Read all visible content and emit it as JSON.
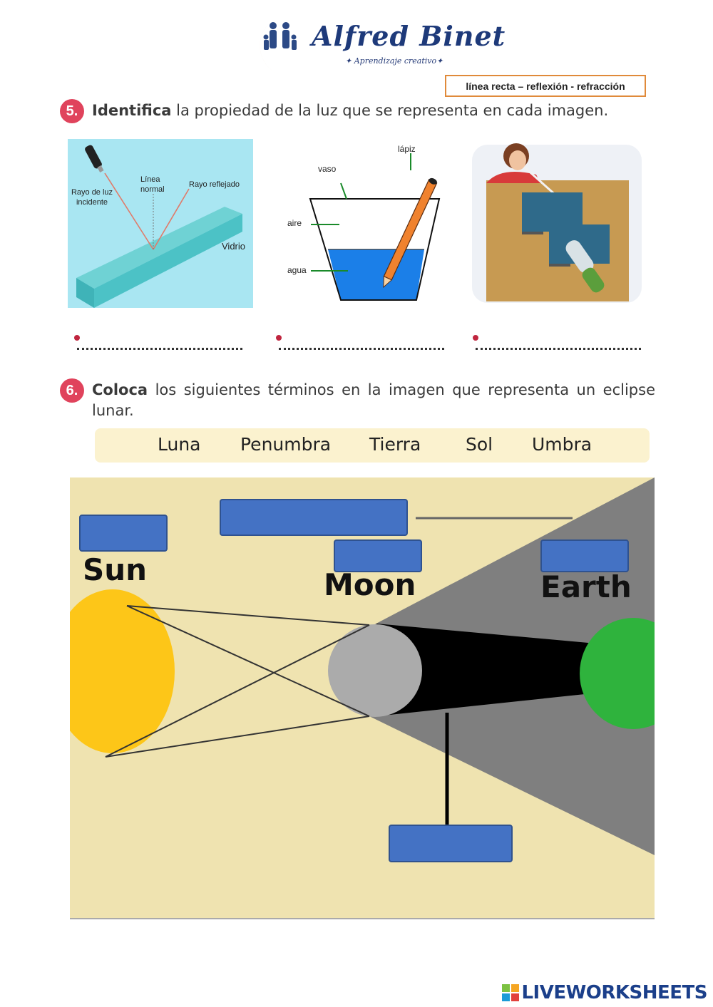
{
  "header": {
    "logo_title": "Alfred Binet",
    "logo_subtitle": "✦ Aprendizaje creativo✦",
    "answer_options": "línea recta – reflexión - refracción"
  },
  "q5": {
    "number": "5.",
    "bold": "Identifica",
    "rest": " la propiedad de la luz que se representa en cada imagen.",
    "img1": {
      "incident": "Rayo de luz incidente",
      "normal": "Línea normal",
      "reflected": "Rayo reflejado",
      "glass": "Vidrio"
    },
    "img2": {
      "pencil": "lápiz",
      "glass": "vaso",
      "air": "aire",
      "water": "agua"
    },
    "answer_line": "…………………………………"
  },
  "q6": {
    "number": "6.",
    "bold": "Coloca",
    "rest": " los siguientes términos en la imagen que representa un eclipse lunar.",
    "terms": [
      "Luna",
      "Penumbra",
      "Tierra",
      "Sol",
      "Umbra"
    ],
    "diagram": {
      "sun": "Sun",
      "moon": "Moon",
      "earth": "Earth"
    }
  },
  "footer": {
    "brand": "LIVEWORKSHEETS"
  },
  "colors": {
    "accent_red": "#e0435c",
    "slot_blue": "#4472c4",
    "diagram_bg": "#efe3b0",
    "penumbra_gray": "#7f7f7f",
    "sun_yellow": "#fdc618",
    "earth_green": "#2fb33d"
  }
}
